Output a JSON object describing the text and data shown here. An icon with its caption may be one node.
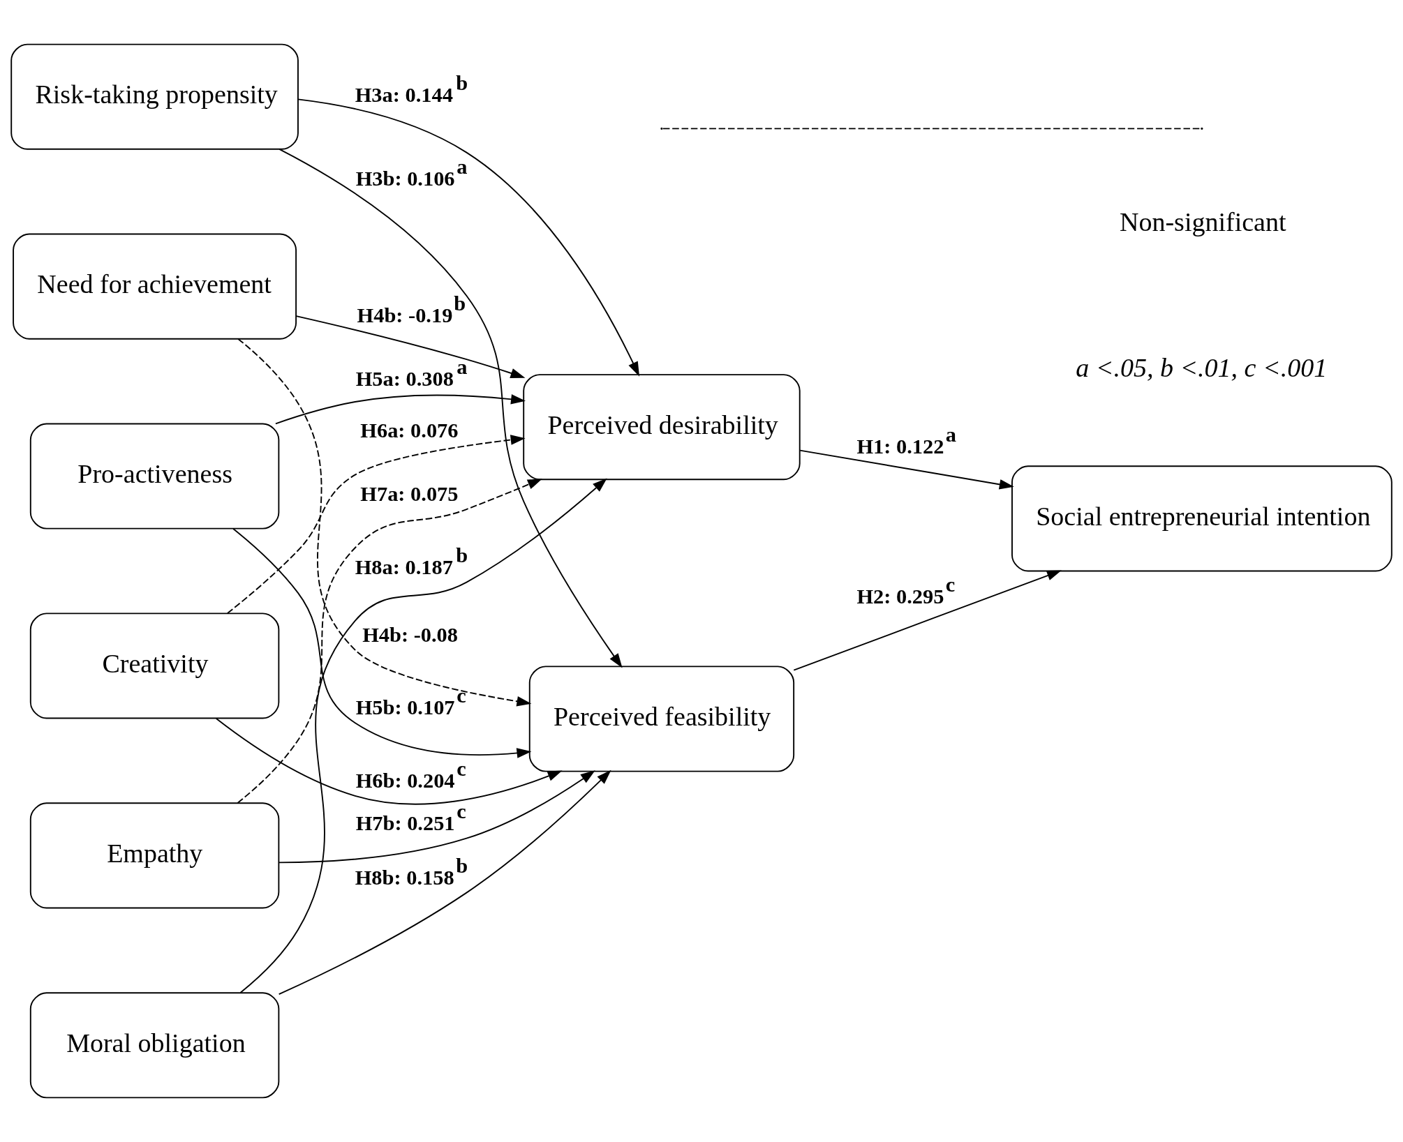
{
  "diagram": {
    "nodes": [
      {
        "text": [
          "Risk-taking propensity"
        ]
      },
      {
        "text": [
          "Need for achievement"
        ]
      },
      {
        "text": [
          "Pro-activeness"
        ]
      },
      {
        "text": [
          "Creativity"
        ]
      },
      {
        "text": [
          "Empathy"
        ]
      },
      {
        "text": [
          "Moral obligation"
        ]
      },
      {
        "text": [
          "Perceived desirability"
        ]
      },
      {
        "text": [
          "Perceived feasibility"
        ]
      },
      {
        "text": [
          "Social entrepreneurial intention"
        ]
      }
    ],
    "edges": [
      {
        "from": 0,
        "to": 7,
        "arrow": "to",
        "label": "H3b: 0.106$^{a}$"
      },
      {
        "from": 0,
        "to": 6,
        "arrow": "to",
        "label": "H3a: 0.144$^{b}$"
      },
      {
        "from": 1,
        "to": 7,
        "arrow": "to",
        "label": "H4b: -0.08",
        "style": "dashed"
      },
      {
        "from": 1,
        "to": 6,
        "arrow": "to",
        "label": "H4b: -0.19$^{b}$"
      },
      {
        "from": 2,
        "to": 6,
        "arrow": "to",
        "label": "H5a: 0.308$^{a}$"
      },
      {
        "from": 2,
        "to": 7,
        "arrow": "to",
        "label": "H5b: 0.107$^{c}$"
      },
      {
        "from": 3,
        "to": 6,
        "arrow": "to",
        "label": "H6a: 0.076",
        "style": "dashed"
      },
      {
        "from": 3,
        "to": 7,
        "arrow": "to",
        "label": "H6b: 0.204$^{c}$"
      },
      {
        "from": 4,
        "to": 6,
        "arrow": "to",
        "label": "H7a: 0.075",
        "style": "dashed"
      },
      {
        "from": 4,
        "to": 7,
        "arrow": "to",
        "label": "H7b: 0.251$^{c}$"
      },
      {
        "from": 5,
        "to": 6,
        "arrow": "to",
        "label": "H8a: 0.187$^{b}$"
      },
      {
        "from": 5,
        "to": 7,
        "arrow": "to",
        "label": "H8b: 0.158$^{b}$"
      },
      {
        "from": 6,
        "to": 8,
        "arrow": "to",
        "label": "H1: 0.122$^{a}$"
      },
      {
        "from": 7,
        "to": 8,
        "arrow": "to",
        "label": "H2: 0.295$^{c}$"
      }
    ],
    "labels": [
      "a <.05, b <.01, c <.001"
    ],
    "legend": [
      {
        "text": "Non-significant"
      }
    ]
  }
}
